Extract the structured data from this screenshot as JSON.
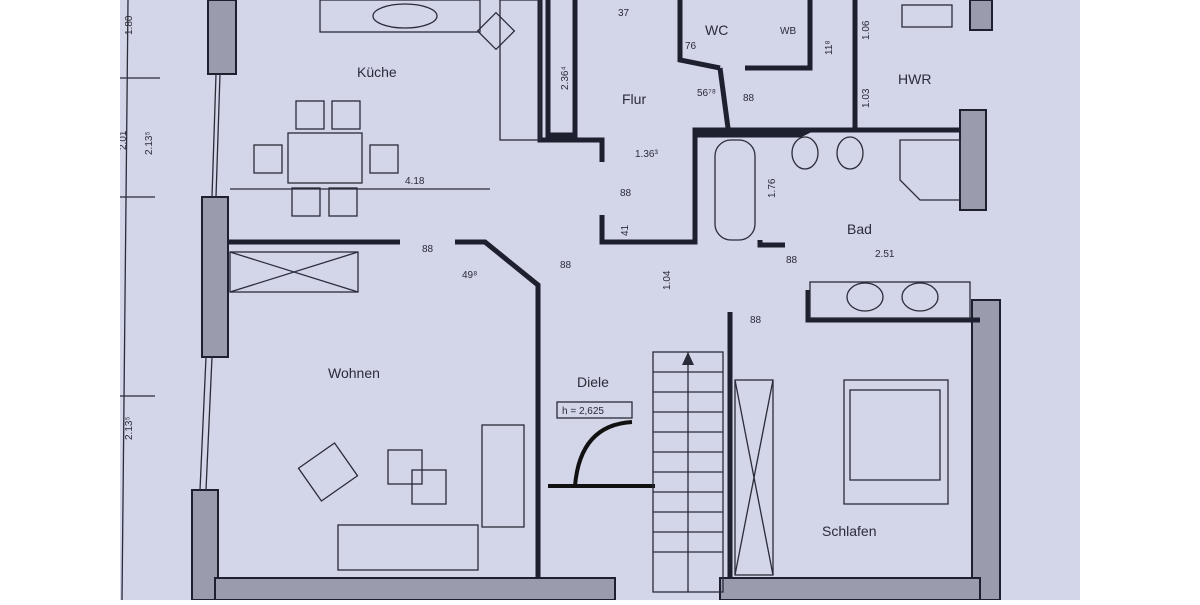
{
  "rooms": {
    "kitchen": "Küche",
    "hallway": "Flur",
    "wc": "WC",
    "utility": "HWR",
    "bath": "Bad",
    "living": "Wohnen",
    "entry": "Diele",
    "bedroom": "Schlafen"
  },
  "ceiling_height": "h = 2,625",
  "dimensions": {
    "left_180": "1.80",
    "left_201": "2.01",
    "left_213a": "2.13⁵",
    "left_213b": "2.13⁵",
    "kitchen_width": "4.18",
    "living_door": "88",
    "living_49": "49⁸",
    "diele_door": "88",
    "flur_236": "2.36⁴",
    "flur_136": "1.36³",
    "flur_door": "88",
    "flur_41": "41",
    "wc_76": "76",
    "wc_56": "56⁷⁸",
    "wc_door": "88",
    "hwr_106": "1.06",
    "hwr_11": "11⁸",
    "hwr_103": "1.03",
    "bath_176": "1.76",
    "bath_251": "2.51",
    "bath_door": "88",
    "diele_104": "1.04",
    "bed_door": "88",
    "wc_37": "37",
    "wb": "WB"
  }
}
